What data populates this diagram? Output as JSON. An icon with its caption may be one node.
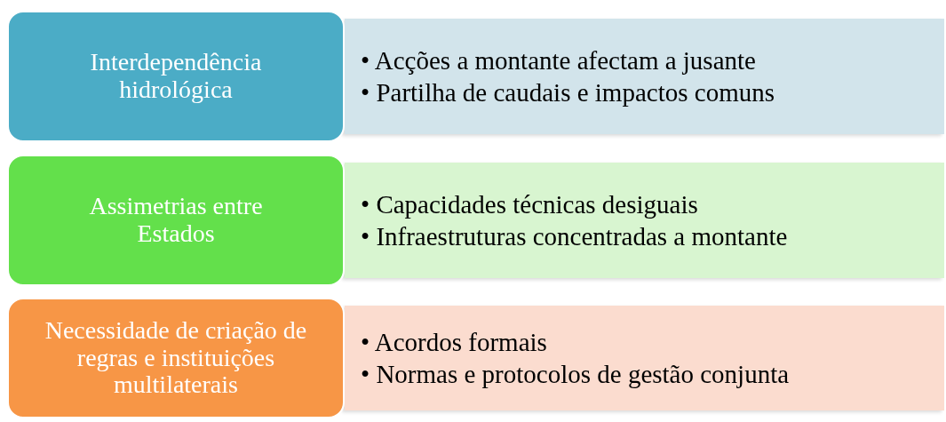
{
  "diagram": {
    "nodes": [
      {
        "text": [
          "Interdependência hidrológica"
        ]
      },
      {
        "text": [
          "• Acções a montante afectam a jusante",
          "• Partilha de caudais e impactos comuns"
        ]
      },
      {
        "text": [
          "Assimetrias entre Estados"
        ]
      },
      {
        "text": [
          "• Capacidades técnicas desiguais",
          "• Infraestruturas concentradas a montante"
        ]
      },
      {
        "text": [
          "Necessidade de criação de regras e instituições multilaterais"
        ]
      },
      {
        "text": [
          "• Acordos formais",
          "• Normas e protocolos de gestão conjunta"
        ]
      }
    ]
  }
}
